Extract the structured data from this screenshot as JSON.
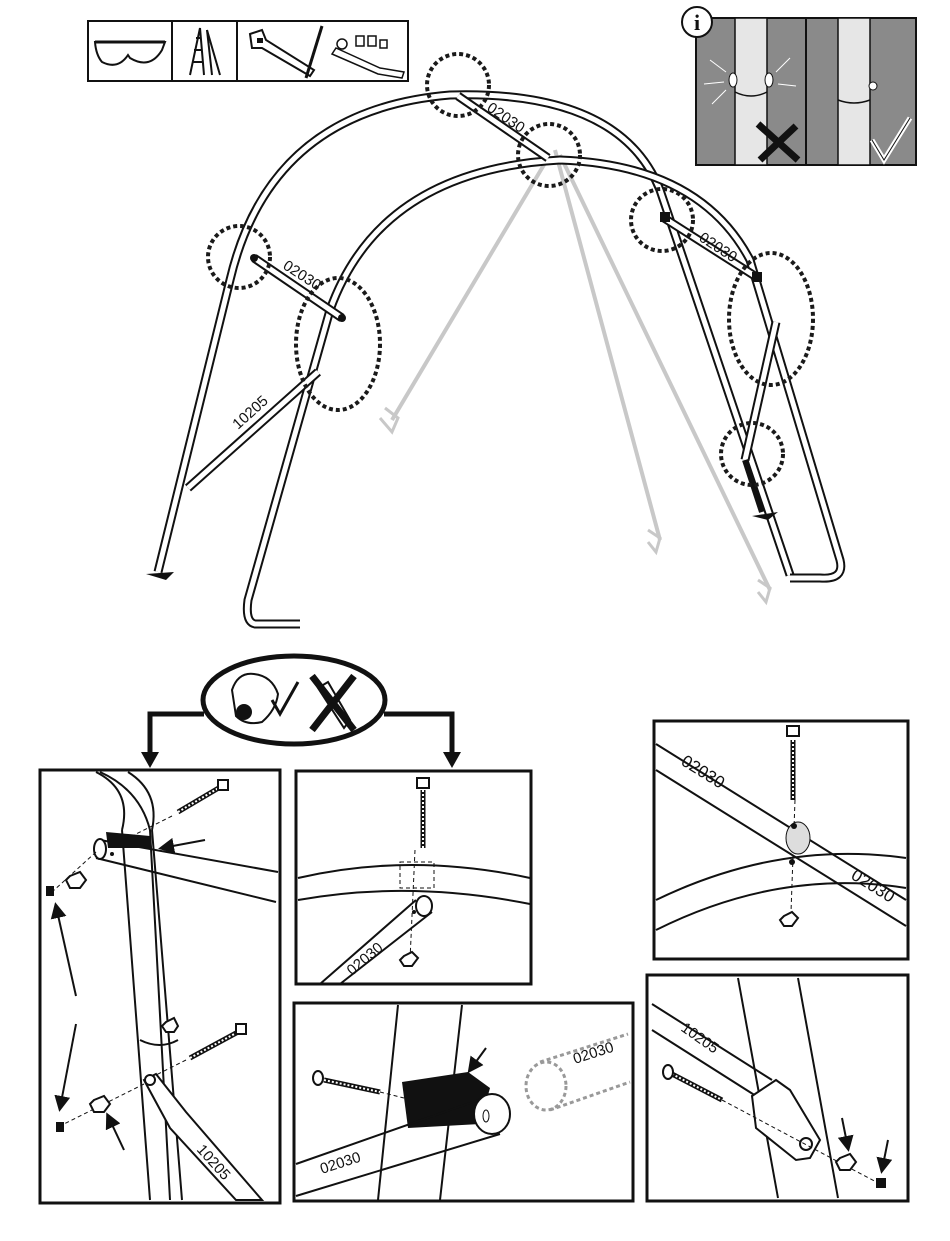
{
  "parts": {
    "tube_02030": "02030",
    "tube_10205": "10205"
  },
  "info": {
    "symbol": "i"
  },
  "tools": [
    "safety-glasses-icon",
    "step-ladder-icon",
    "adjustable-wrench-icon",
    "socket-wrench-icon"
  ],
  "hand_tighten": {
    "ok_icon": "hand-ok-icon",
    "no_wrench_icon": "wrench-forbidden-icon"
  },
  "colors": {
    "line": "#111111",
    "ghost": "#c8c8c8",
    "circle": "#1a1a1a",
    "info_bg": "#8a8a8a"
  }
}
